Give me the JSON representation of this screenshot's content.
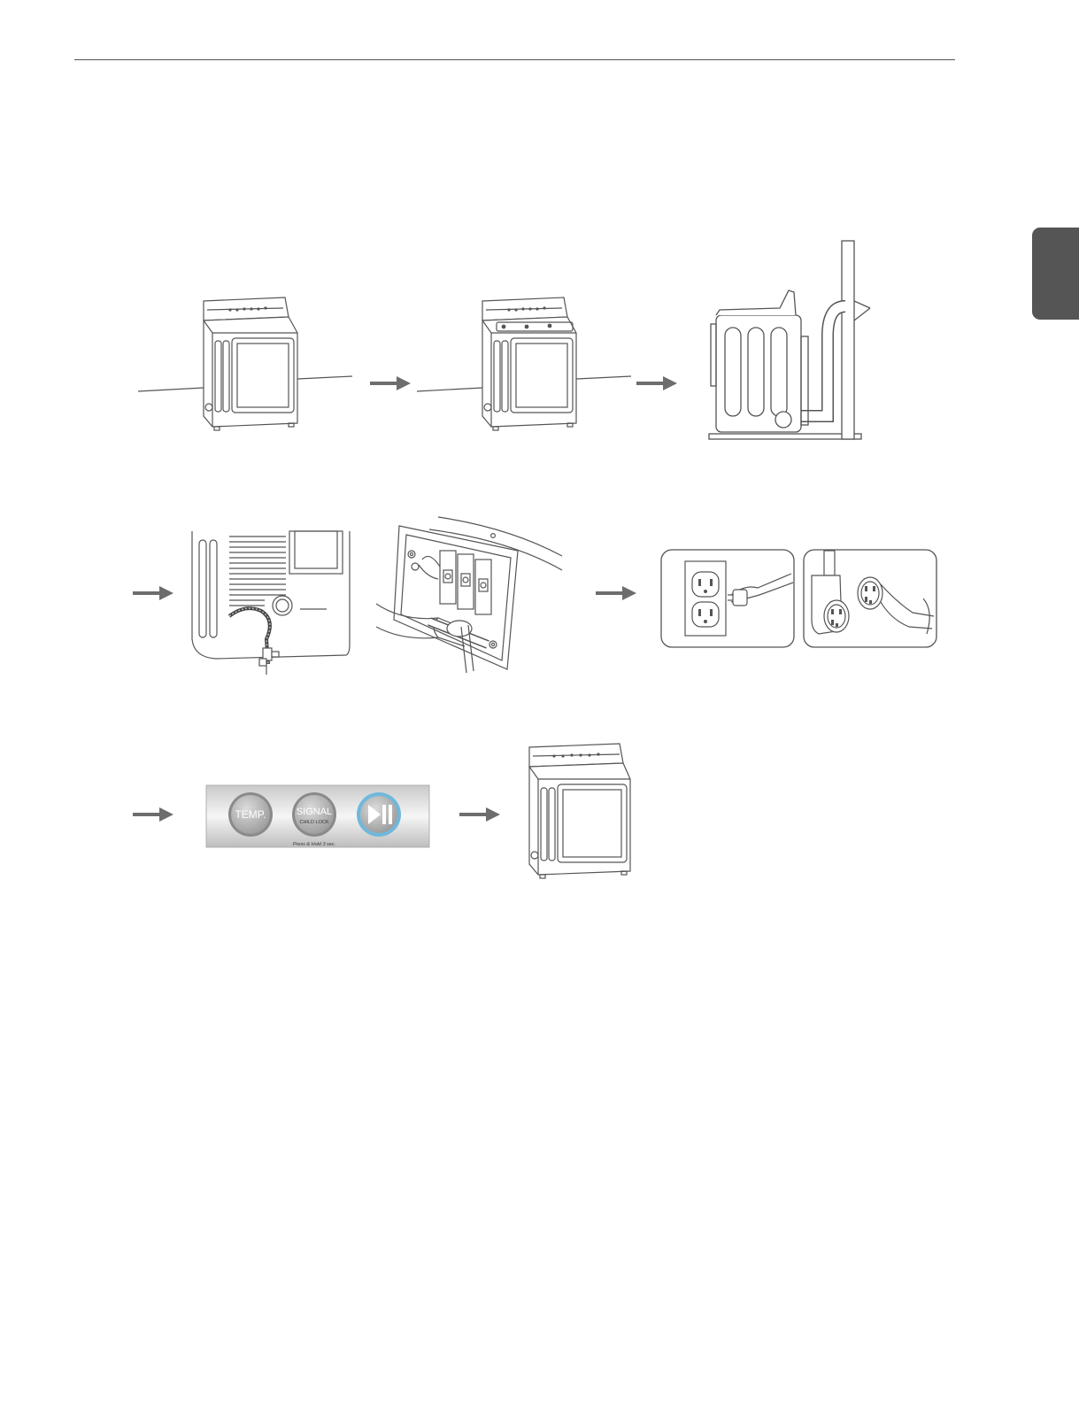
{
  "colors": {
    "line": "#555555",
    "arrow": "#6d6d6d",
    "tab": "#555555",
    "play_ring": "#6fb8dc"
  },
  "control_panel": {
    "button_temp": "TEMP.",
    "button_signal": "SIGNAL",
    "button_signal_sub": "CHILD LOCK",
    "hold_note": "Press & Hold 3 sec.",
    "play_icon": "play-pause-icon"
  }
}
